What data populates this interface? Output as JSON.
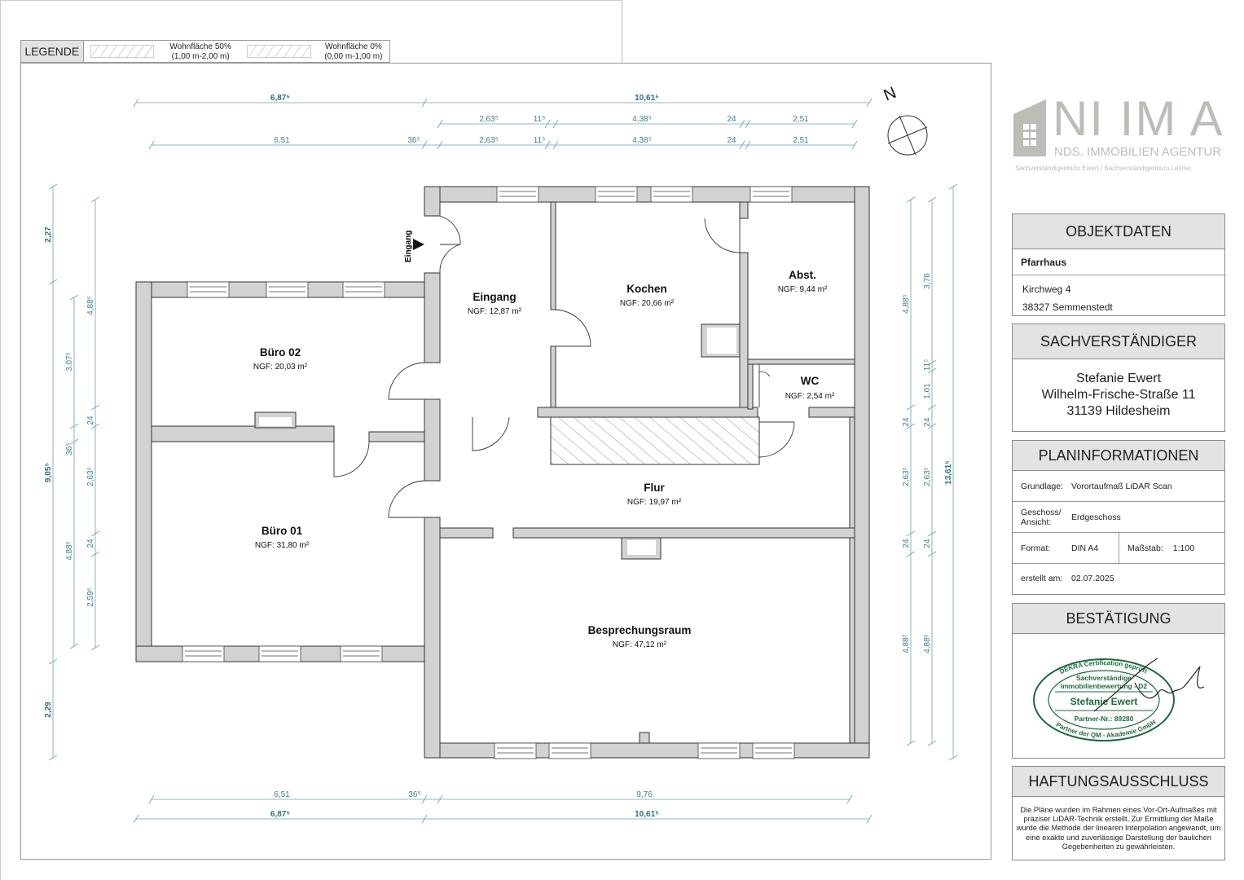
{
  "legend": {
    "title": "LEGENDE",
    "items": [
      {
        "label": "Wohnfläche 50%",
        "range": "(1,00 m-2,00 m)"
      },
      {
        "label": "Wohnfläche 0%",
        "range": "(0,00 m-1,00 m)"
      }
    ]
  },
  "north": "N",
  "entrance_label": "Eingang",
  "rooms": [
    {
      "name": "Eingang",
      "area": "NGF: 12,87 m²"
    },
    {
      "name": "Kochen",
      "area": "NGF: 20,66 m²"
    },
    {
      "name": "Abst.",
      "area": "NGF: 9,44 m²"
    },
    {
      "name": "WC",
      "area": "NGF: 2,54 m²"
    },
    {
      "name": "Büro 02",
      "area": "NGF: 20,03 m²"
    },
    {
      "name": "Büro 01",
      "area": "NGF: 31,80 m²"
    },
    {
      "name": "Flur",
      "area": "NGF: 19,97 m²"
    },
    {
      "name": "Besprechungsraum",
      "area": "NGF: 47,12 m²"
    }
  ],
  "dimensions": {
    "top1": [
      "6,87⁵",
      "10,61⁵"
    ],
    "top2": [
      "2,63⁵",
      "11⁵",
      "4,38⁵",
      "24",
      "2,51"
    ],
    "top3": [
      "6,51",
      "36⁵",
      "2,63⁵",
      "11⁵",
      "4,38⁵",
      "24",
      "2,51"
    ],
    "bottom1": [
      "6,51",
      "36⁵",
      "9,76"
    ],
    "bottom2": [
      "6,87⁵",
      "10,61⁵"
    ],
    "left1": [
      "2,27",
      "9,05⁵",
      "2,29"
    ],
    "left2": [
      "3,07⁵",
      "36⁵",
      "4,88⁵"
    ],
    "left3": [
      "4,88⁵",
      "24",
      "2,63⁵",
      "24",
      "2,59⁵"
    ],
    "right1": [
      "4,88⁵",
      "24",
      "2,63⁵",
      "24",
      "4,88⁵"
    ],
    "right2": [
      "3,76",
      "11⁵",
      "1,01",
      "24",
      "2,63⁵",
      "24",
      "4,88⁵"
    ],
    "right3": [
      "13,61⁵"
    ]
  },
  "logo": {
    "name": "NI IM A",
    "subtitle": "NDS. IMMOBILIEN AGENTUR",
    "tagline": "Sachverständigenbüro Ewert / Sachverständigenbüro Leitner"
  },
  "objektdaten": {
    "title": "OBJEKTDATEN",
    "name": "Pfarrhaus",
    "street": "Kirchweg 4",
    "city": "38327 Semmenstedt"
  },
  "sachverstaendiger": {
    "title": "SACHVERSTÄNDIGER",
    "name": "Stefanie Ewert",
    "street": "Wilhelm-Frische-Straße 11",
    "city": "31139 Hildesheim"
  },
  "planinfo": {
    "title": "PLANINFORMATIONEN",
    "grundlage_label": "Grundlage:",
    "grundlage": "Vorortaufmaß LiDAR Scan",
    "geschoss_label": "Geschoss/ Ansicht:",
    "geschoss": "Erdgeschoss",
    "format_label": "Format:",
    "format": "DIN A4",
    "massstab_label": "Maßstab:",
    "massstab": "1:100",
    "erstellt_label": "erstellt am:",
    "erstellt": "02.07.2025"
  },
  "bestaetigung": {
    "title": "BESTÄTIGUNG",
    "stamp": {
      "top": "DEKRA Certification geprüft",
      "line1": "Sachverständige",
      "line2": "Immobilienbewertung - D2",
      "name": "Stefanie Ewert",
      "partner": "Partner-Nr.: 89280",
      "bottom": "Partner der QM - Akademie GmbH"
    }
  },
  "haftung": {
    "title": "HAFTUNGSAUSSCHLUSS",
    "text": "Die Pläne wurden im Rahmen eines Vor-Ort-Aufmaßes mit präziser LiDAR-Technik erstellt. Zur Ermittlung der Maße wurde die Methode der linearen Interpolation angewandt, um eine exakte und zuverlässige Darstellung der baulichen Gegebenheiten zu gewährleisten."
  },
  "colors": {
    "wall": "#d2d2d2",
    "dimension": "#5c9aa8",
    "header": "#e3e3e3"
  }
}
